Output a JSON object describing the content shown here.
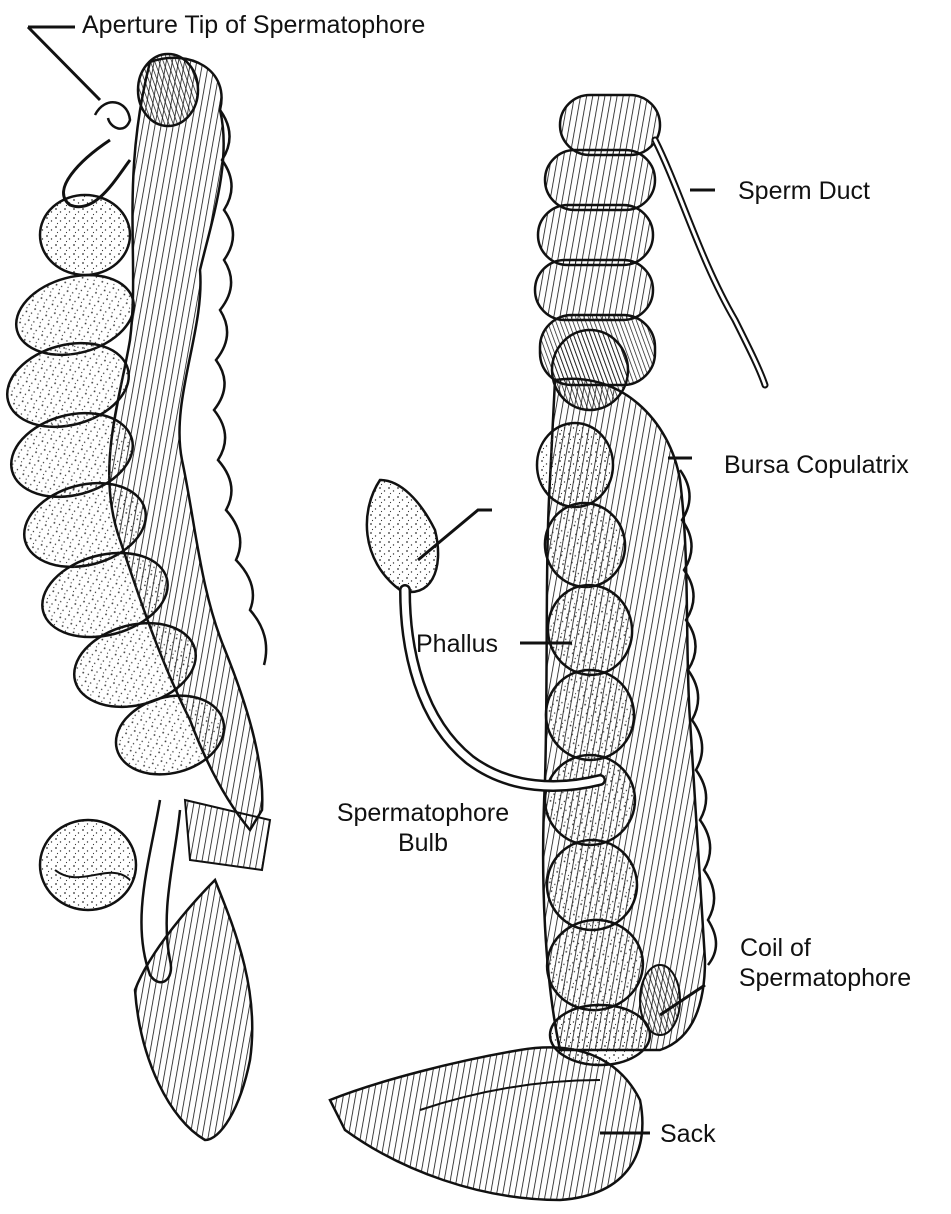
{
  "labels": {
    "aperture_tip": "Aperture Tip of Spermatophore",
    "sperm_duct": "Sperm Duct",
    "bursa_copulatrix": "Bursa Copulatrix",
    "phallus": "Phallus",
    "spermatophore_bulb_line1": "Spermatophore",
    "spermatophore_bulb_line2": "Bulb",
    "coil_line1": "Coil of",
    "coil_line2": "Spermatophore",
    "sack": "Sack"
  },
  "colors": {
    "ink": "#111111",
    "paper": "#ffffff"
  }
}
